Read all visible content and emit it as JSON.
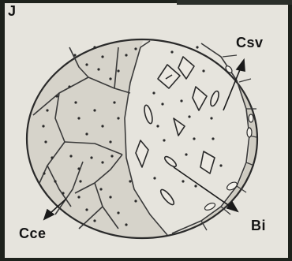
{
  "figure": {
    "panel_letter": "J",
    "labels": {
      "csv": "Csv",
      "bi": "Bi",
      "cce": "Cce"
    },
    "colors": {
      "background": "#e6e4dd",
      "ink": "#2a2a2a",
      "outer_frame": "#1e221c"
    }
  }
}
